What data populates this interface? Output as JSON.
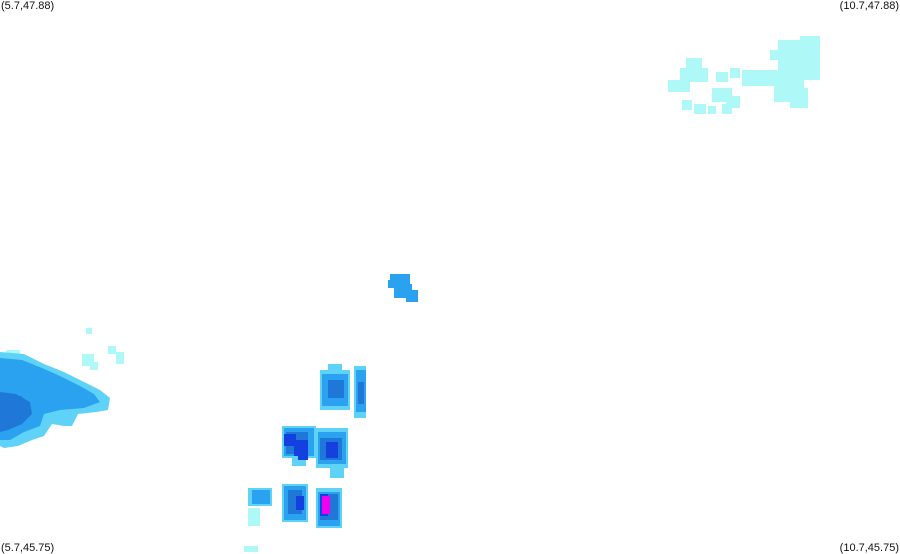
{
  "corners": {
    "top_left": "(5.7,47.88)",
    "top_right": "(10.7,47.88)",
    "bottom_left": "(5.7,45.75)",
    "bottom_right": "(10.7,45.75)"
  },
  "palette": {
    "light_cyan": "#aef8f8",
    "sky": "#5fd2f8",
    "blue": "#2aa2f0",
    "medium_blue": "#1f78d8",
    "dark_blue": "#1540e0",
    "magenta": "#f000f0"
  }
}
